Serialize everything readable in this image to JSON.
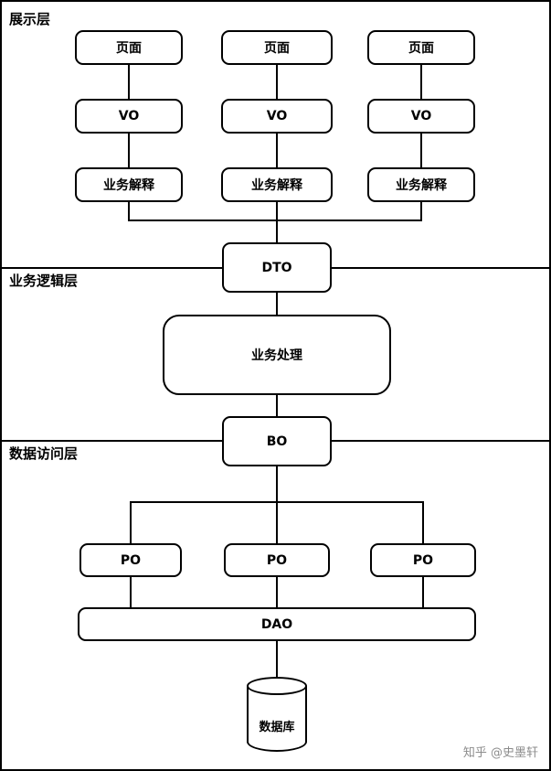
{
  "diagram": {
    "layer_labels": {
      "presentation": "展示层",
      "business_logic": "业务逻辑层",
      "data_access": "数据访问层"
    },
    "nodes": {
      "page_1": "页面",
      "page_2": "页面",
      "page_3": "页面",
      "vo_1": "VO",
      "vo_2": "VO",
      "vo_3": "VO",
      "explain_1": "业务解释",
      "explain_2": "业务解释",
      "explain_3": "业务解释",
      "dto": "DTO",
      "process": "业务处理",
      "bo": "BO",
      "po_1": "PO",
      "po_2": "PO",
      "po_3": "PO",
      "dao": "DAO",
      "database": "数据库"
    },
    "watermark": "知乎 @史墨轩"
  }
}
